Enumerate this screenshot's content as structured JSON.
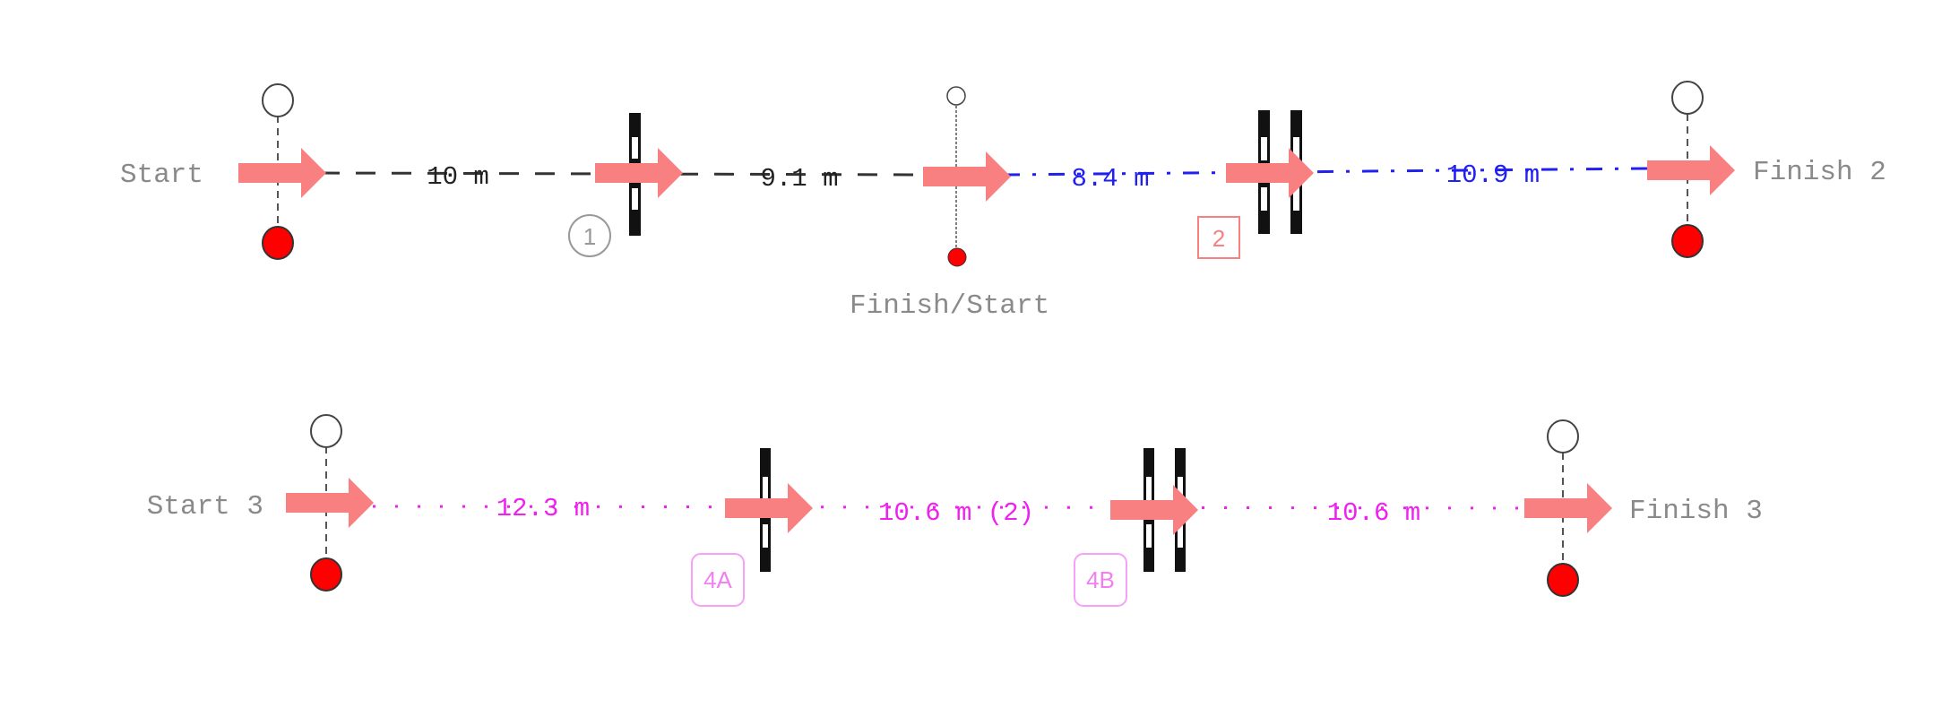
{
  "colors": {
    "arrow": "#f88080",
    "black": "#222222",
    "blue": "#2020f0",
    "magenta": "#f020f0",
    "red": "#ff0000",
    "gray": "#8a8a8a"
  },
  "row1": {
    "start_label": "Start",
    "finish_start_label": "Finish/Start",
    "finish_label": "Finish 2",
    "distances": [
      "10 m",
      "9.1 m",
      "8.4 m",
      "10.9 m"
    ],
    "obstacle_1_marker": "1",
    "obstacle_2_marker": "2"
  },
  "row2": {
    "start_label": "Start 3",
    "finish_label": "Finish 3",
    "distances": [
      "12.3 m",
      "10.6 m (2)",
      "10.6 m"
    ],
    "obstacle_4a_marker": "4A",
    "obstacle_4b_marker": "4B"
  }
}
